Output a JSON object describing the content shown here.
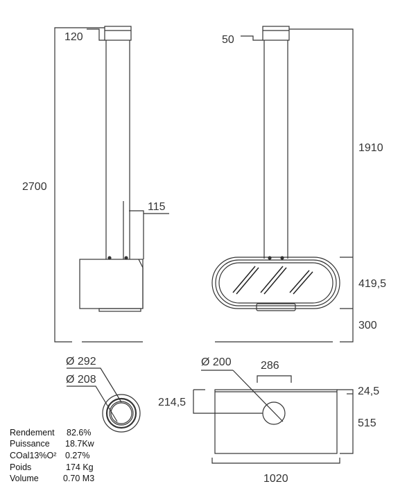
{
  "side_view": {
    "flue_top_height": "120",
    "total_height": "2700",
    "offset": "115"
  },
  "front_view": {
    "flue_top_height": "50",
    "flue_length": "1910",
    "firebox_height": "419,5",
    "bottom_clearance": "300"
  },
  "pipe_section": {
    "outer_diameter": "Ø 292",
    "inner_diameter": "Ø 208"
  },
  "plan_view": {
    "outlet_diameter": "Ø 200",
    "outlet_offset_x": "286",
    "outlet_offset_y": "214,5",
    "edge_margin": "24,5",
    "depth": "515",
    "width": "1020"
  },
  "specs": [
    {
      "label": "Rendement",
      "value": "82.6%"
    },
    {
      "label": "Puissance",
      "value": "18.7Kw"
    },
    {
      "label": "COal13%O²",
      "value": "0.27%"
    },
    {
      "label": "Poids",
      "value": "174 Kg"
    },
    {
      "label": "Volume",
      "value": "0.70 M3"
    }
  ],
  "colors": {
    "line": "#333333",
    "glass": "#222222"
  }
}
